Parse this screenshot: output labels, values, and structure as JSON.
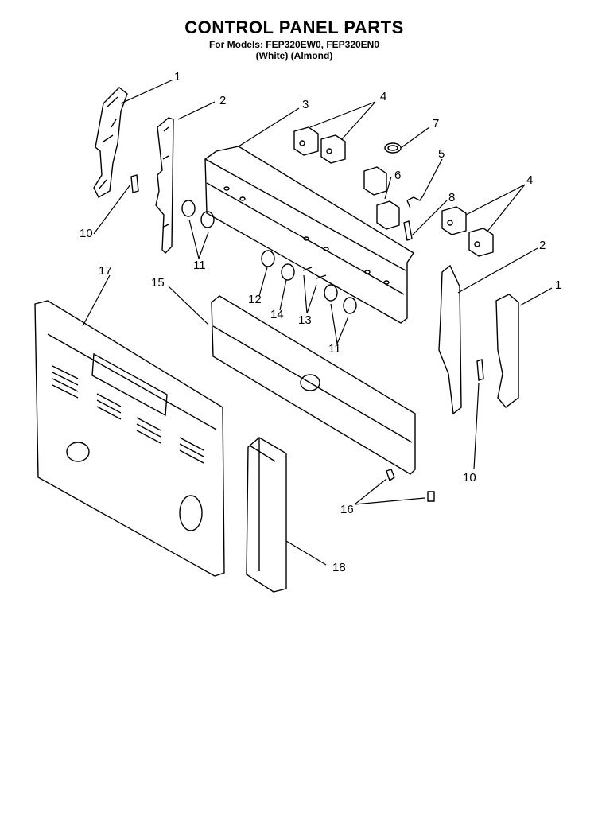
{
  "header": {
    "title": "CONTROL PANEL PARTS",
    "models": "For Models: FEP320EW0, FEP320EN0",
    "colors": "(White)   (Almond)"
  },
  "callouts": {
    "c1a": "1",
    "c1b": "1",
    "c2a": "2",
    "c2b": "2",
    "c3": "3",
    "c4a": "4",
    "c4b": "4",
    "c5": "5",
    "c6": "6",
    "c7": "7",
    "c8": "8",
    "c10a": "10",
    "c10b": "10",
    "c11a": "11",
    "c11b": "11",
    "c12": "12",
    "c13": "13",
    "c14": "14",
    "c15": "15",
    "c16": "16",
    "c17": "17",
    "c18": "18"
  }
}
